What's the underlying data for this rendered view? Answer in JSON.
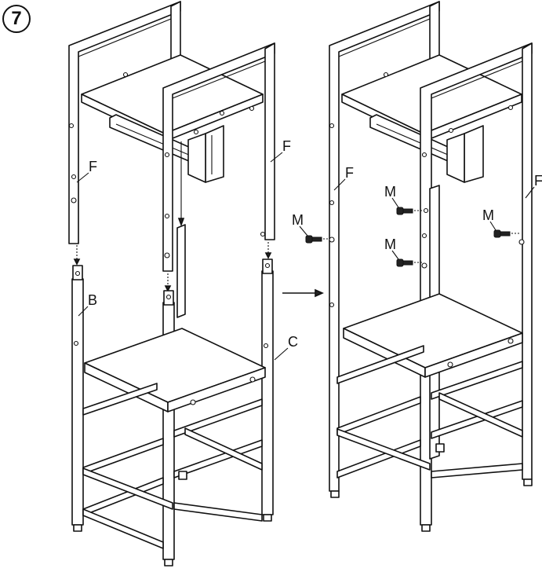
{
  "step": {
    "number": "7"
  },
  "labels": {
    "F": "F",
    "B": "B",
    "C": "C",
    "M": "M"
  },
  "icons": {
    "step_badge": "circled-number",
    "arrow": "right-arrow"
  }
}
